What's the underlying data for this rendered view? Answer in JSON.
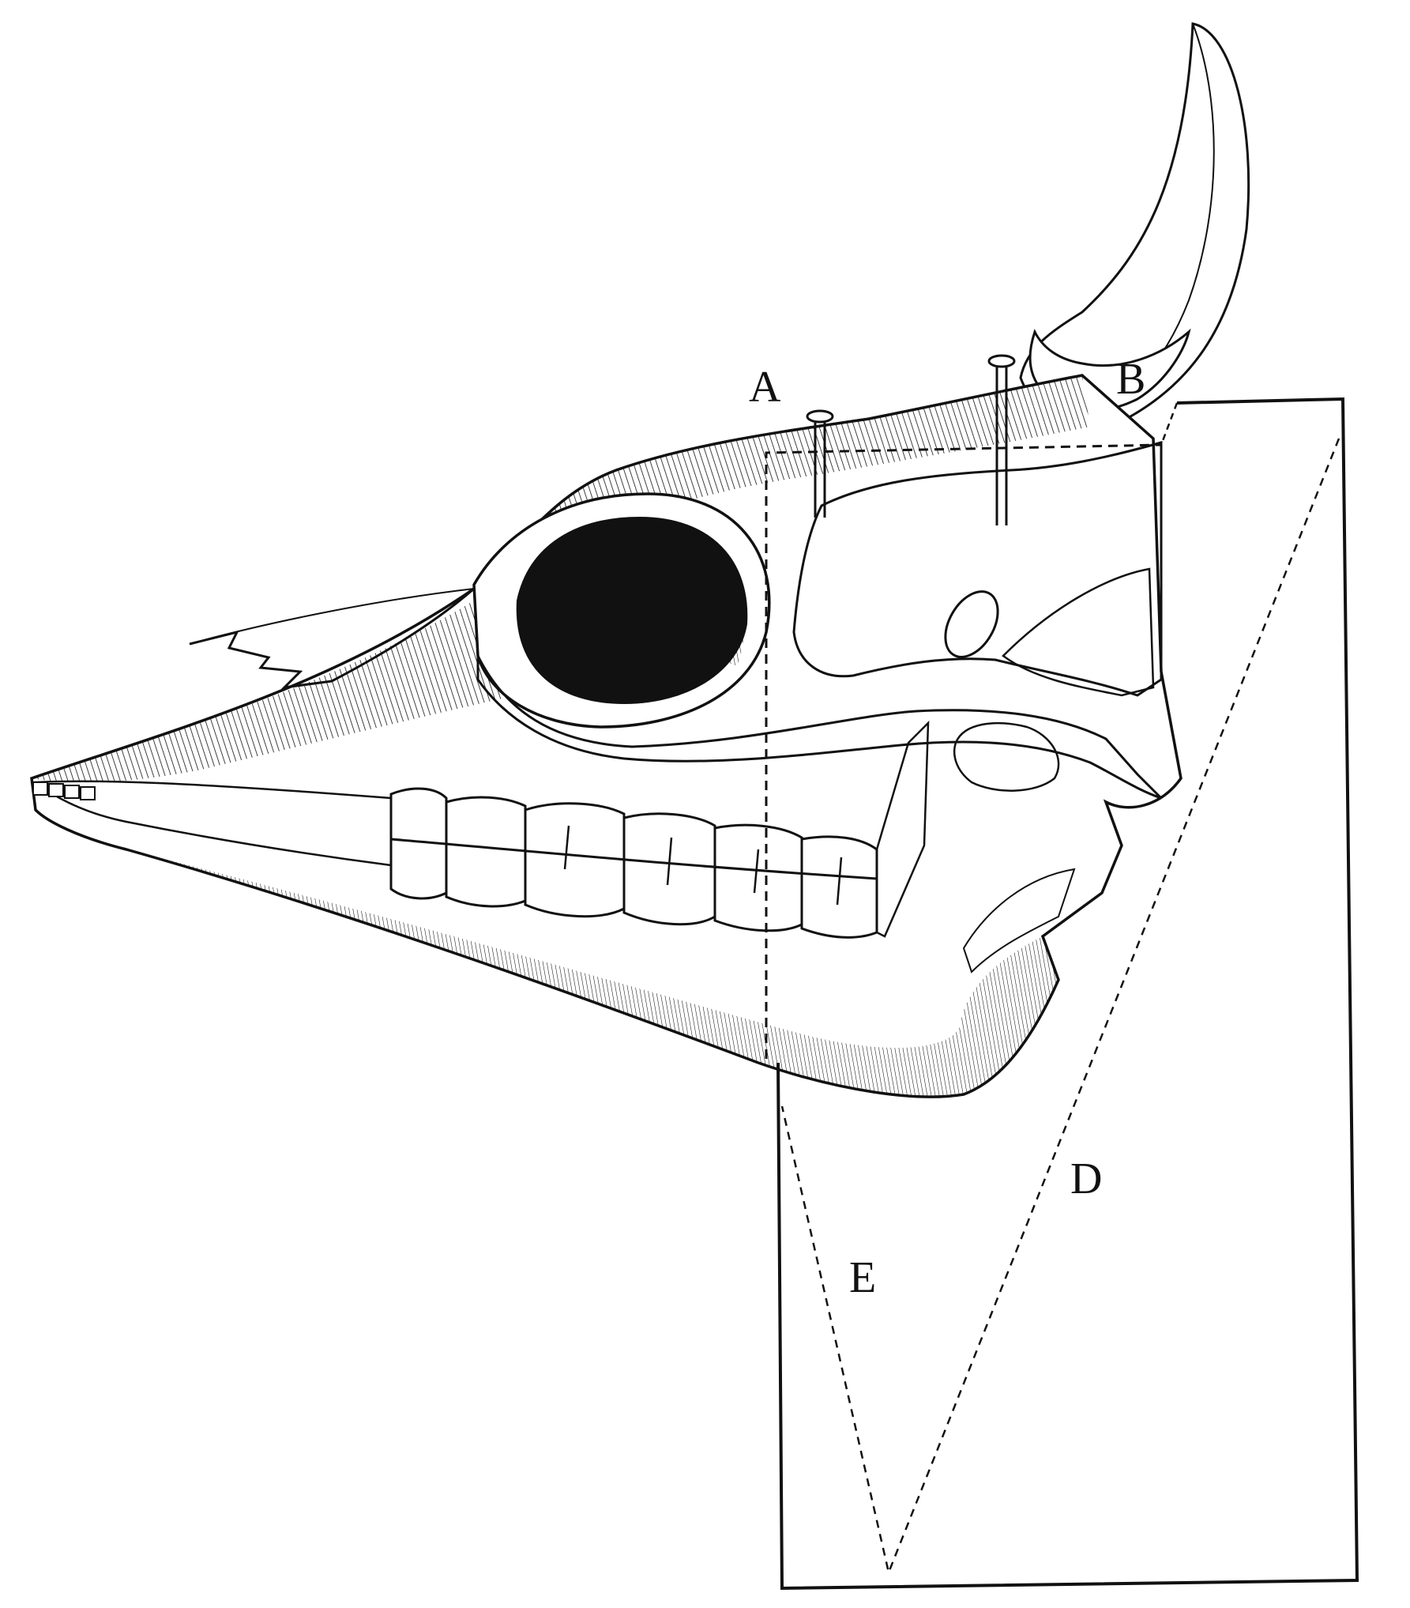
{
  "figure": {
    "labels": {
      "a": "A",
      "b": "B",
      "d": "D",
      "e": "E"
    },
    "colors": {
      "ink": "#111111",
      "paper": "#ffffff"
    }
  }
}
